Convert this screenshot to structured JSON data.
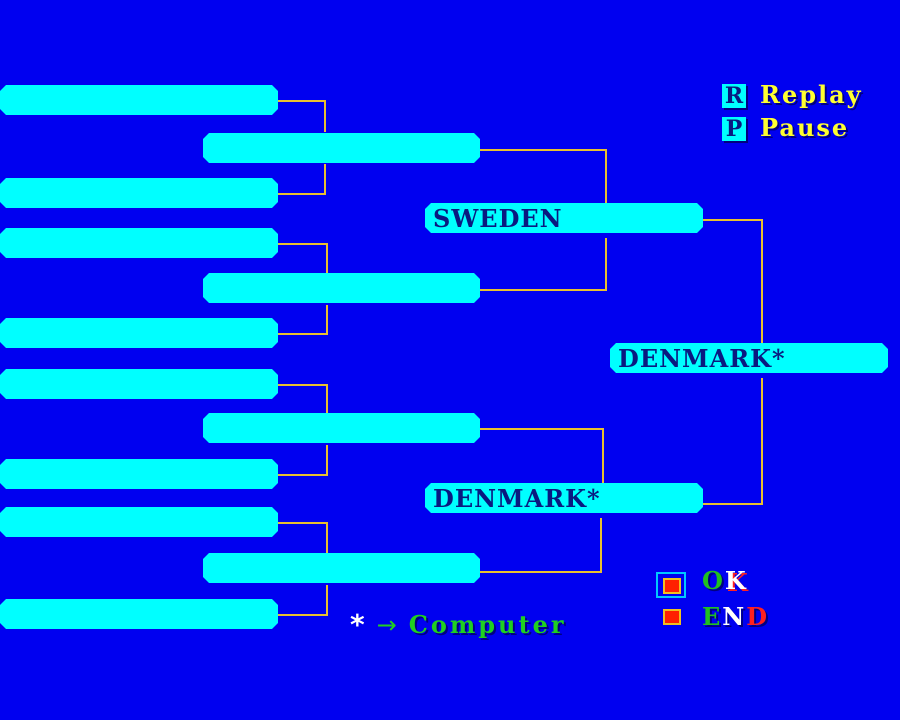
{
  "screen": "tournament-bracket",
  "colors": {
    "background": "#0000f0",
    "slot": "#00ffff",
    "slot_text": "#0a1a80",
    "connector": "#e8c030",
    "legend_text": "#ffff30",
    "computer_text": "#20d020"
  },
  "bracket": {
    "round1": [
      {
        "team": ""
      },
      {
        "team": ""
      },
      {
        "team": ""
      },
      {
        "team": ""
      },
      {
        "team": ""
      },
      {
        "team": ""
      },
      {
        "team": ""
      },
      {
        "team": ""
      }
    ],
    "round2": [
      {
        "team": ""
      },
      {
        "team": ""
      },
      {
        "team": ""
      },
      {
        "team": ""
      }
    ],
    "semifinal": [
      {
        "team": "SWEDEN"
      },
      {
        "team": "DENMARK*"
      }
    ],
    "final": {
      "team": "DENMARK*"
    }
  },
  "controls": {
    "replay": {
      "key": "R",
      "label": "Replay"
    },
    "pause": {
      "key": "P",
      "label": "Pause"
    }
  },
  "legend": {
    "marker": "*",
    "arrow": "→",
    "label": "Computer"
  },
  "menu": {
    "ok": {
      "label_o": "O",
      "label_k": "K",
      "selected": true
    },
    "end": {
      "label_e": "E",
      "label_n": "N",
      "label_d": "D",
      "selected": false
    }
  }
}
